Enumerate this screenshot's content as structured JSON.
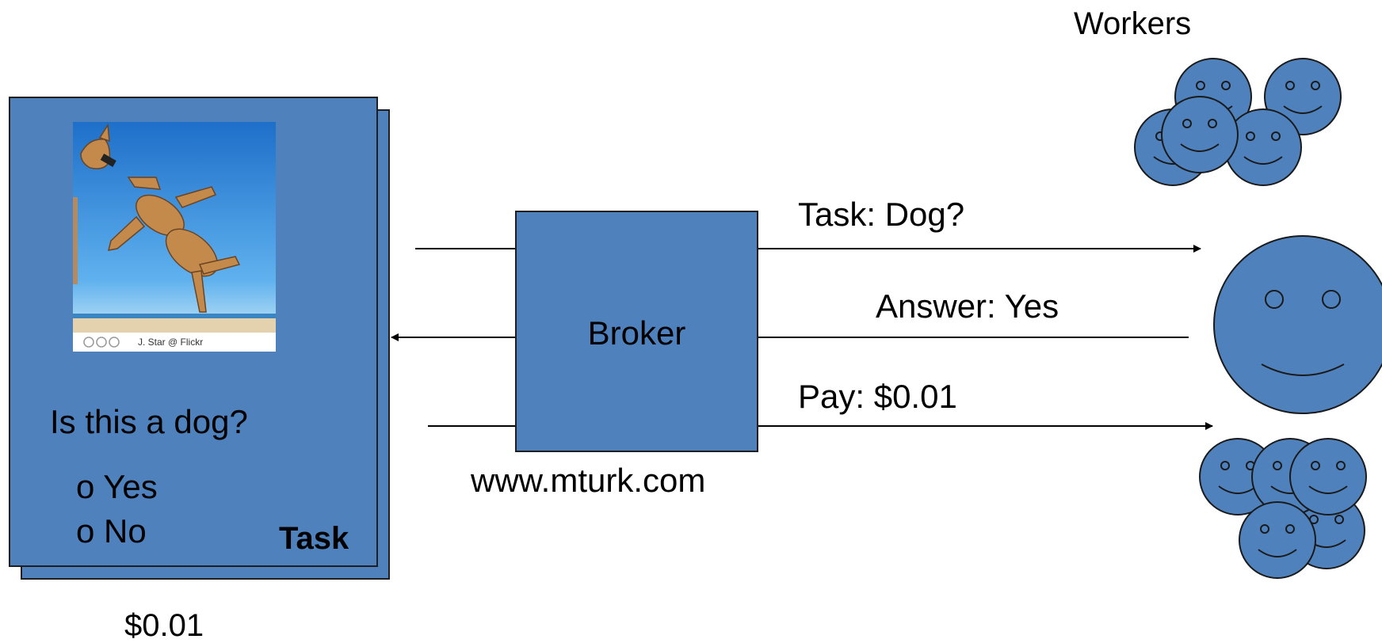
{
  "colors": {
    "fill": "#4f81bd",
    "stroke": "#1f1f1f",
    "text": "#000000",
    "photo_sky": "#2f86d8",
    "photo_sand": "#e9d7b3",
    "dog": "#c48a4c"
  },
  "workers_label": "Workers",
  "task_card": {
    "photo_credit": "J. Star @ Flickr",
    "photo_icons": [
      "cc-icon",
      "noncommercial-icon",
      "sharealike-icon"
    ],
    "question": "Is this a dog?",
    "options": [
      "o Yes",
      "o No"
    ],
    "label": "Task"
  },
  "price_label": "$0.01",
  "broker": {
    "label": "Broker",
    "url": "www.mturk.com"
  },
  "messages": {
    "task": "Task: Dog?",
    "answer": "Answer: Yes",
    "pay": "Pay: $0.01"
  }
}
